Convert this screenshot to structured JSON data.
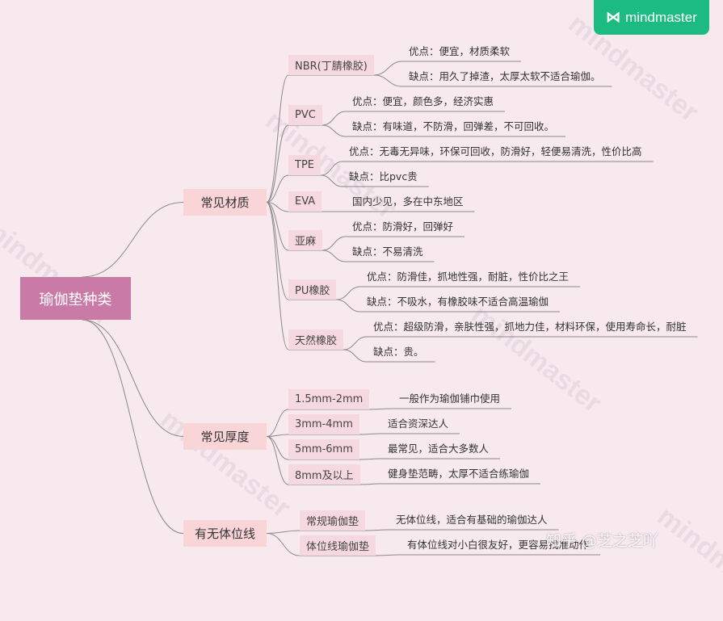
{
  "brand": {
    "name": "mindmaster",
    "icon": "mindmaster-logo-icon"
  },
  "watermark": "mindmaster",
  "credit": "知乎 @芝之芝吖",
  "root": "瑜伽垫种类",
  "colors": {
    "root": "#c97aa6",
    "category": "#f9d5d8",
    "sub": "#f6d9e0",
    "line": "#8a8a8a",
    "brand": "#1cbb82",
    "background": "#f8e9ef"
  },
  "categories": [
    {
      "label": "常见材质",
      "subs": [
        {
          "label": "NBR(丁腈橡胶)",
          "leaves": [
            "优点：便宜，材质柔软",
            "缺点：用久了掉渣，太厚太软不适合瑜伽。"
          ]
        },
        {
          "label": "PVC",
          "leaves": [
            "优点：便宜，颜色多，经济实惠",
            "缺点：有味道，不防滑，回弹差，不可回收。"
          ]
        },
        {
          "label": "TPE",
          "leaves": [
            "优点：无毒无异味，环保可回收，防滑好，轻便易清洗，性价比高",
            "缺点：比pvc贵"
          ]
        },
        {
          "label": "EVA",
          "leaves": [
            "国内少见，多在中东地区"
          ]
        },
        {
          "label": "亚麻",
          "leaves": [
            "优点：防滑好，回弹好",
            "缺点：不易清洗"
          ]
        },
        {
          "label": "PU橡胶",
          "leaves": [
            "优点：防滑佳，抓地性强，耐脏，性价比之王",
            "缺点：不吸水，有橡胶味不适合高温瑜伽"
          ]
        },
        {
          "label": "天然橡胶",
          "leaves": [
            "优点：超级防滑，亲肤性强，抓地力佳，材料环保，使用寿命长，耐脏",
            "缺点：贵。"
          ]
        }
      ]
    },
    {
      "label": "常见厚度",
      "subs": [
        {
          "label": "1.5mm-2mm",
          "leaves": [
            "一般作为瑜伽铺巾使用"
          ]
        },
        {
          "label": "3mm-4mm",
          "leaves": [
            "适合资深达人"
          ]
        },
        {
          "label": "5mm-6mm",
          "leaves": [
            "最常见，适合大多数人"
          ]
        },
        {
          "label": "8mm及以上",
          "leaves": [
            "健身垫范畴，太厚不适合练瑜伽"
          ]
        }
      ]
    },
    {
      "label": "有无体位线",
      "subs": [
        {
          "label": "常规瑜伽垫",
          "leaves": [
            "无体位线，适合有基础的瑜伽达人"
          ]
        },
        {
          "label": "体位线瑜伽垫",
          "leaves": [
            "有体位线对小白很友好，更容易找准动作"
          ]
        }
      ]
    }
  ]
}
